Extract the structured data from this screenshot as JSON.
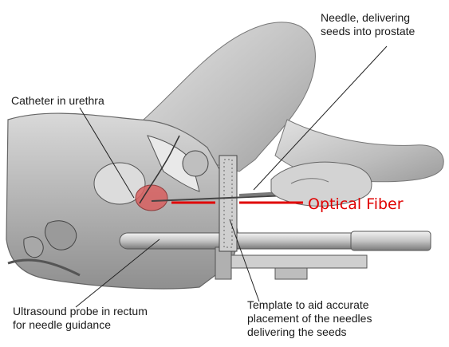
{
  "labels": {
    "needle": "Needle, delivering\nseeds into prostate",
    "catheter": "Catheter in urethra",
    "optical_fiber": "Optical Fiber",
    "ultrasound": "Ultrasound probe in rectum\nfor needle guidance",
    "template": "Template to aid accurate\nplacement of the needles\ndelivering the seeds"
  },
  "colors": {
    "fiber_line": "#e00000",
    "prostate": "#d86060",
    "anatomy_gray": "#8a8a8a"
  }
}
